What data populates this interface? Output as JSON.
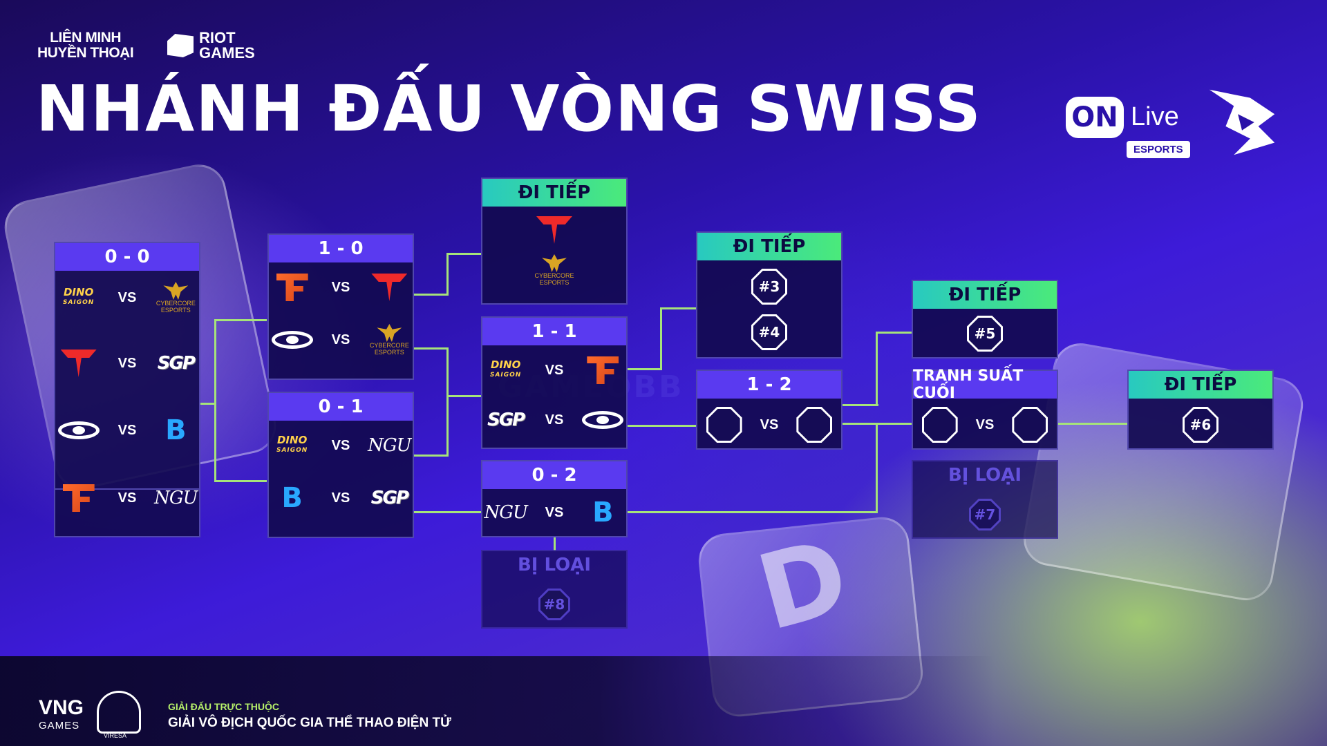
{
  "brand": {
    "lmht_line1": "LIÊN MINH",
    "lmht_line2": "HUYỀN THOẠI",
    "riot_line1": "RIOT",
    "riot_line2": "GAMES"
  },
  "title": "NHÁNH ĐẤU VÒNG SWISS",
  "onlive": {
    "on": "ON",
    "live": "Live",
    "esports": "ESPORTS"
  },
  "vs_label": "VS",
  "rounds": {
    "r00": {
      "header": "0 - 0"
    },
    "r10": {
      "header": "1 - 0"
    },
    "r01": {
      "header": "0 - 1"
    },
    "adv1": {
      "header": "ĐI TIẾP"
    },
    "r11": {
      "header": "1 - 1"
    },
    "r02": {
      "header": "0 - 2"
    },
    "elim1": {
      "header": "BỊ LOẠI",
      "seed": "#8"
    },
    "adv2": {
      "header": "ĐI TIẾP",
      "seed_a": "#3",
      "seed_b": "#4"
    },
    "r12": {
      "header": "1 - 2"
    },
    "adv3": {
      "header": "ĐI TIẾP",
      "seed": "#5"
    },
    "decider": {
      "header": "TRANH SUẤT CUỐI"
    },
    "elim2": {
      "header": "BỊ LOẠI",
      "seed": "#7"
    },
    "adv4": {
      "header": "ĐI TIẾP",
      "seed": "#6"
    }
  },
  "teams": {
    "dino": {
      "line1": "DINO",
      "line2": "SAIGON"
    },
    "cyber": {
      "label": "CYBERCORE ESPORTS"
    },
    "sgp": {
      "label": "SGP"
    },
    "ngu": {
      "label": "NGU"
    },
    "bm": {
      "label": "B"
    }
  },
  "watermark": "GAMEOBB",
  "footer": {
    "vng": "VNG",
    "vng_sub": "GAMES",
    "vires": "VIRESA",
    "label": "GIẢI ĐẤU TRỰC THUỘC",
    "main": "GIẢI VÔ ĐỊCH QUỐC GIA THỂ THAO ĐIỆN TỬ"
  },
  "colors": {
    "accent_green": "#4bea7a",
    "accent_teal": "#28c9c0",
    "header_purple": "#5a3af0",
    "line": "#a6e37a"
  }
}
